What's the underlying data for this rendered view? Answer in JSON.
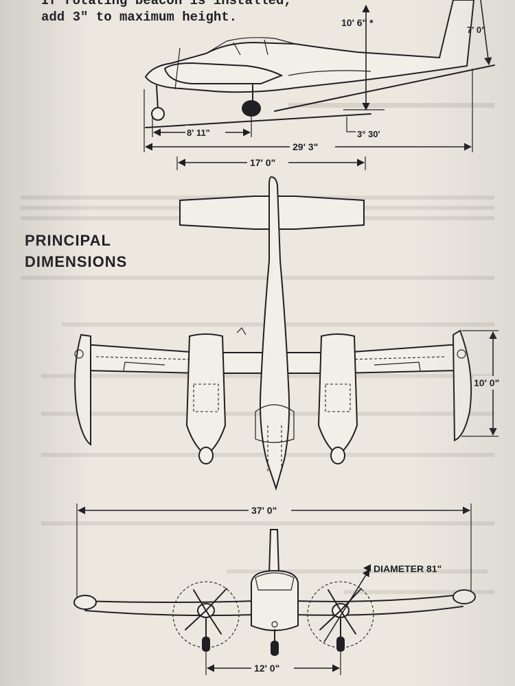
{
  "note": {
    "line1": "If rotating beacon is installed,",
    "line2": "add 3\" to maximum height."
  },
  "heading": {
    "line1": "PRINCIPAL",
    "line2": "DIMENSIONS"
  },
  "side_view": {
    "max_height": "10' 6\" *",
    "tail_height": "7' 0\"",
    "wheel_base": "8' 11\"",
    "length": "29' 3\"",
    "angle": "3° 30'"
  },
  "top_view": {
    "stabilizer_span": "17' 0\"",
    "tip_tank_length": "10' 0\""
  },
  "front_view": {
    "wing_span": "37' 0\"",
    "prop_diameter": "DIAMETER 81\"",
    "tread": "12' 0\""
  }
}
